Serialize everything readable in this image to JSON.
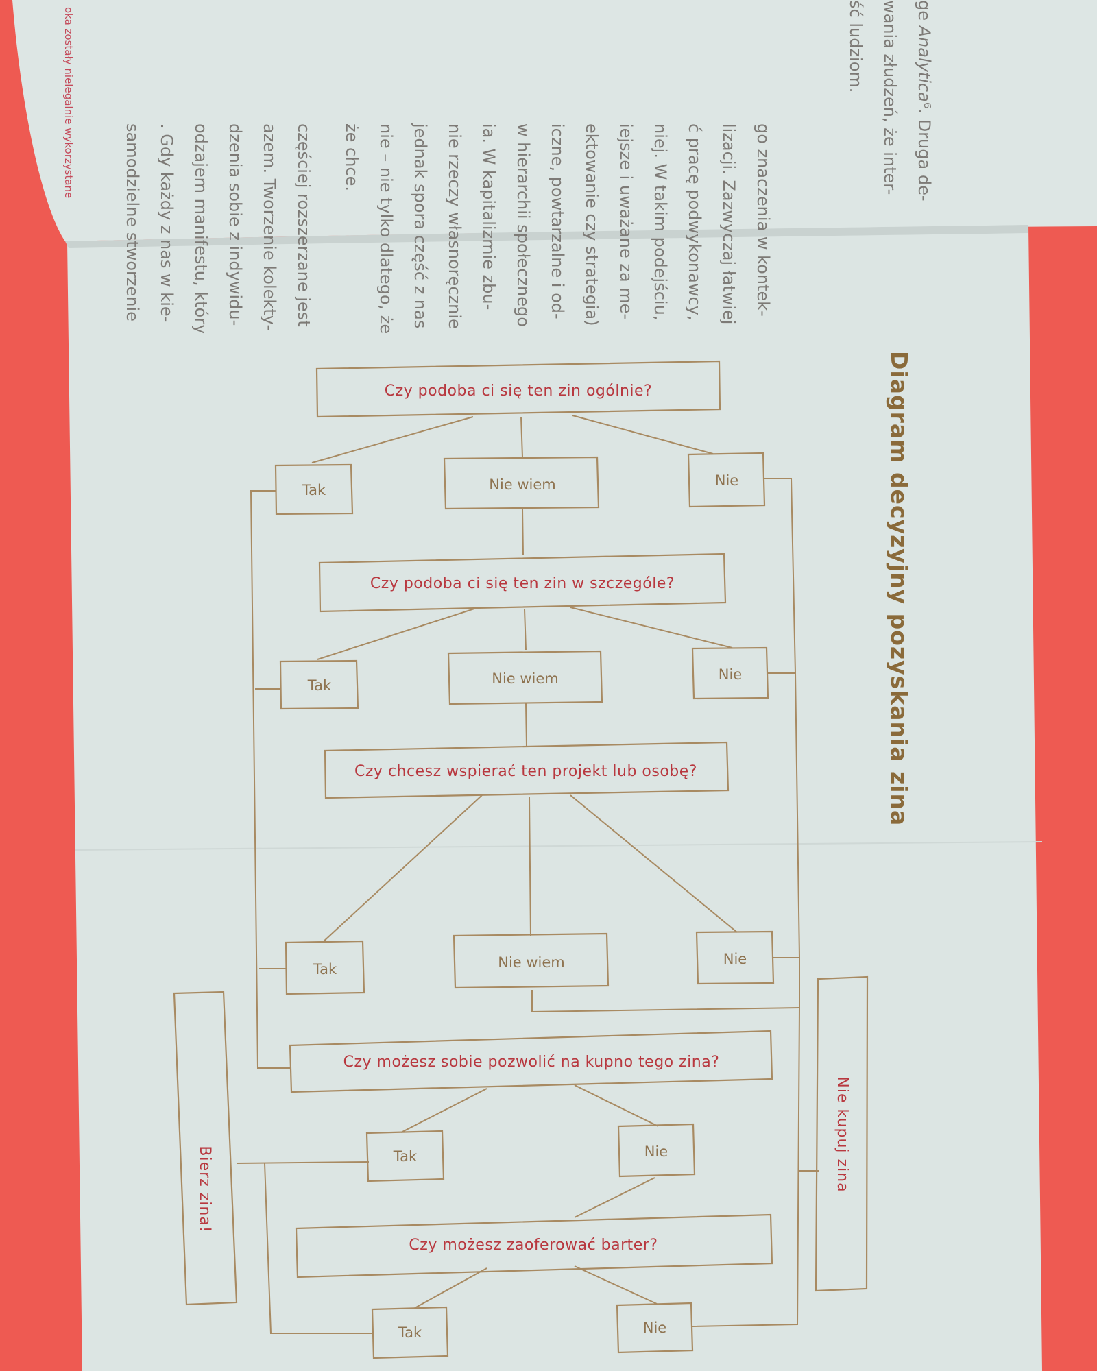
{
  "title": "Diagram decyzyjny pozyskania zina",
  "left_page": {
    "lines": [
      [
        "ge ",
        "Analytica",
        "⁶. Druga de-"
      ],
      [
        "wania złudzeń, że inter-"
      ],
      [
        "ść ludziom."
      ],
      [
        ""
      ],
      [
        ""
      ],
      [
        "go znaczenia w kontek-"
      ],
      [
        "lizacji. Zazwyczaj łatwiej"
      ],
      [
        "ć pracę podwykonawcy,"
      ],
      [
        "niej. W takim podejściu,"
      ],
      [
        "iejsze i uważane za me-"
      ],
      [
        "ektowanie czy strategia)"
      ],
      [
        "iczne, powtarzalne i od-"
      ],
      [
        "w hierarchii społecznego"
      ],
      [
        "ia. W kapitalizmie zbu-"
      ],
      [
        "nie rzeczy własnoręcznie"
      ],
      [
        "jednak spora część z nas"
      ],
      [
        "nie – nie tylko dlatego, że"
      ],
      [
        "że chce."
      ],
      [
        ""
      ],
      [
        "częściej rozszerzane jest"
      ],
      [
        "azem. Tworzenie kolekty-"
      ],
      [
        "dzenia sobie z indywidu-"
      ],
      [
        "odzajem manifestu, który"
      ],
      [
        ". Gdy każdy z nas w kie-"
      ],
      [
        "samodzielne stworzenie"
      ]
    ],
    "footnote": "oka zostały nielegalnie wykorzystane"
  },
  "diagram": {
    "q1": "Czy podoba ci się ten zin ogólnie?",
    "q2": "Czy podoba ci się ten zin w szczególe?",
    "q3": "Czy chcesz wspierać ten projekt lub osobę?",
    "q4": "Czy możesz sobie pozwolić na kupno tego zina?",
    "q5": "Czy możesz zaoferować barter?",
    "yes": "Tak",
    "dunno": "Nie wiem",
    "no": "Nie",
    "take": "Bierz zina!",
    "dont_buy": "Nie kupuj zina"
  },
  "colors": {
    "background": "#ee5a52",
    "paper": "#dde6e4",
    "diagram_lines": "#a88a62",
    "question_text": "#b8383f",
    "answer_text": "#8e7350",
    "title_text": "#8a6a3a"
  }
}
